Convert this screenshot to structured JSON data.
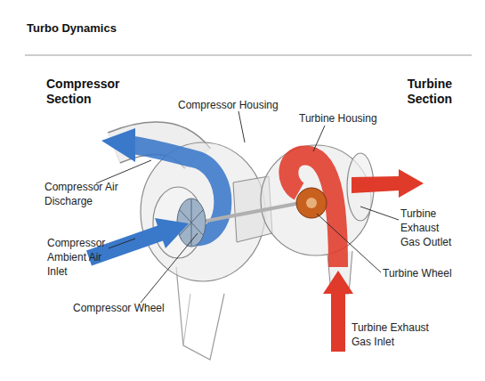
{
  "diagram": {
    "title": "Turbo Dynamics",
    "labels": [
      "Compressor Section",
      "Compressor Housing",
      "Turbine Housing",
      "Turbine Section",
      "Compressor Air Discharge",
      "Turbine Exhaust Gas Outlet",
      "Compressor Ambient Air Inlet",
      "Turbine Wheel",
      "Compressor Wheel",
      "Turbine Exhaust Gas Inlet"
    ]
  }
}
